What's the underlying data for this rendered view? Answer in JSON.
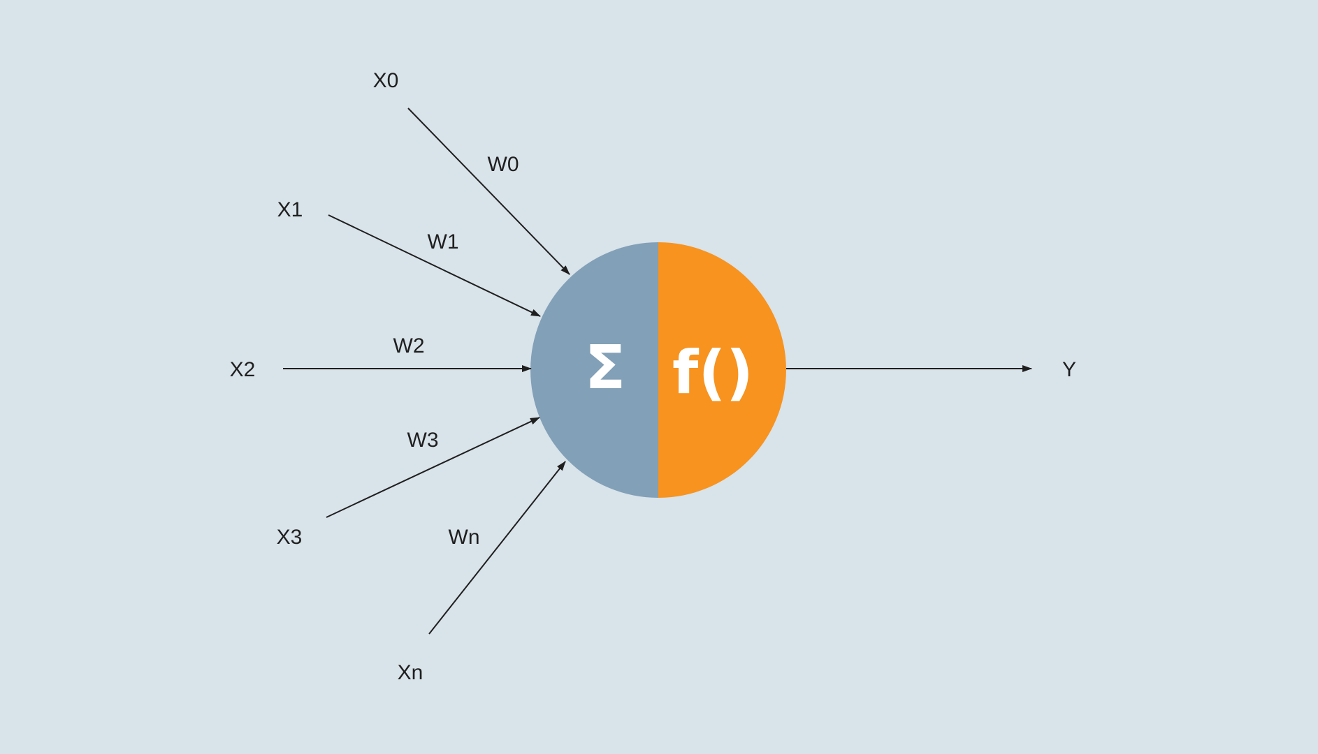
{
  "inputs": [
    {
      "x_label": "X0",
      "w_label": "W0"
    },
    {
      "x_label": "X1",
      "w_label": "W1"
    },
    {
      "x_label": "X2",
      "w_label": "W2"
    },
    {
      "x_label": "X3",
      "w_label": "W3"
    },
    {
      "x_label": "Xn",
      "w_label": "Wn"
    }
  ],
  "neuron": {
    "sum_symbol": "Σ",
    "activation_symbol": "f()",
    "sum_color": "#82a0b7",
    "activation_color": "#f7931e"
  },
  "output": {
    "label": "Y"
  },
  "colors": {
    "background": "#d9e3ea",
    "line": "#1f1f1f"
  }
}
